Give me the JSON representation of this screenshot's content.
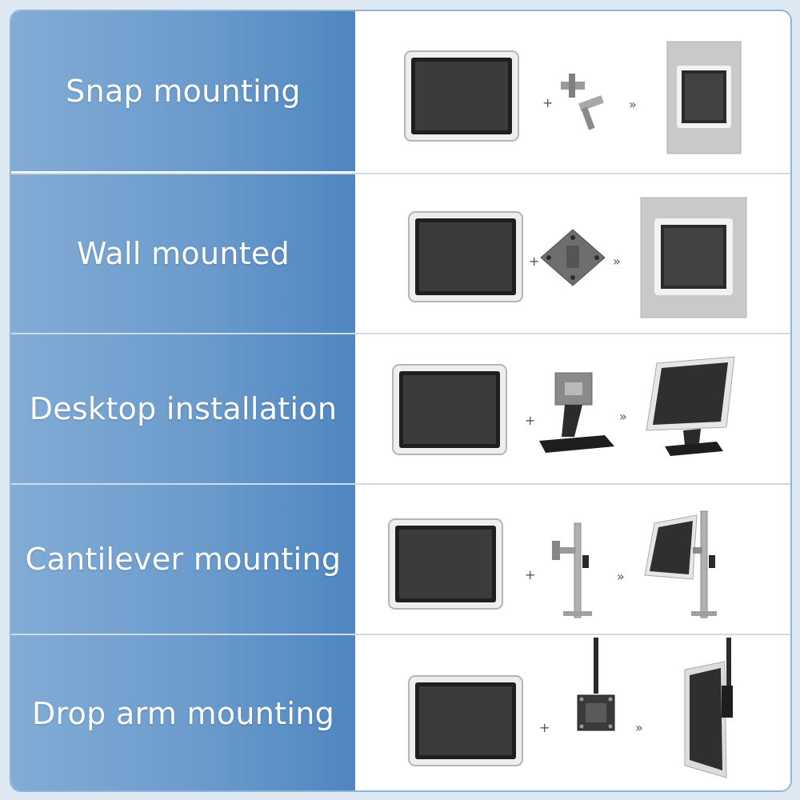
{
  "rows": [
    {
      "label": "Snap mounting",
      "accessory": "snap-clip"
    },
    {
      "label": "Wall mounted",
      "accessory": "vesa-plate"
    },
    {
      "label": "Desktop installation",
      "accessory": "desk-stand"
    },
    {
      "label": "Cantilever mounting",
      "accessory": "pole-arm"
    },
    {
      "label": "Drop arm mounting",
      "accessory": "ceiling-drop"
    }
  ],
  "symbols": {
    "plus": "+",
    "arrow": "»"
  },
  "colors": {
    "label_blue": "#6b9bcc",
    "panel_gray": "#c9c9c9",
    "screen": "#3b3b3b"
  }
}
